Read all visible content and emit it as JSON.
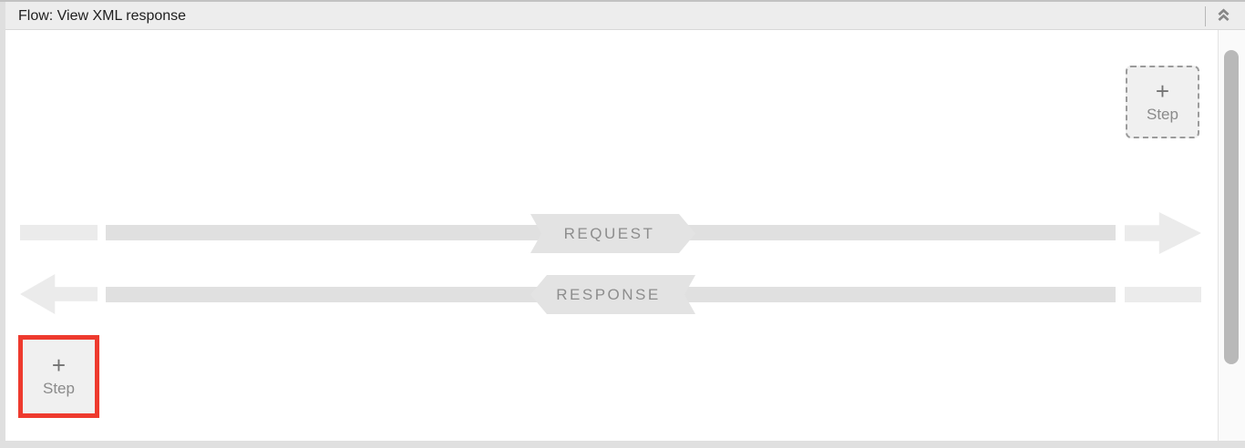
{
  "header": {
    "title": "Flow: View XML response"
  },
  "flow": {
    "request_label": "REQUEST",
    "response_label": "RESPONSE"
  },
  "buttons": {
    "add_step_top": {
      "plus": "+",
      "label": "Step"
    },
    "add_step_bottom": {
      "plus": "+",
      "label": "Step",
      "highlighted": true
    }
  },
  "icons": {
    "collapse": "chevron-double-up-icon"
  },
  "colors": {
    "highlight_red": "#ee3a2e",
    "header_bg": "#ededed",
    "arrow_bar": "#e0e0e0",
    "arrow_light": "#ebebeb",
    "ribbon_bg": "#e3e3e3",
    "label_text": "#8d8d8d",
    "scrollbar_thumb": "#b9b9b9"
  }
}
